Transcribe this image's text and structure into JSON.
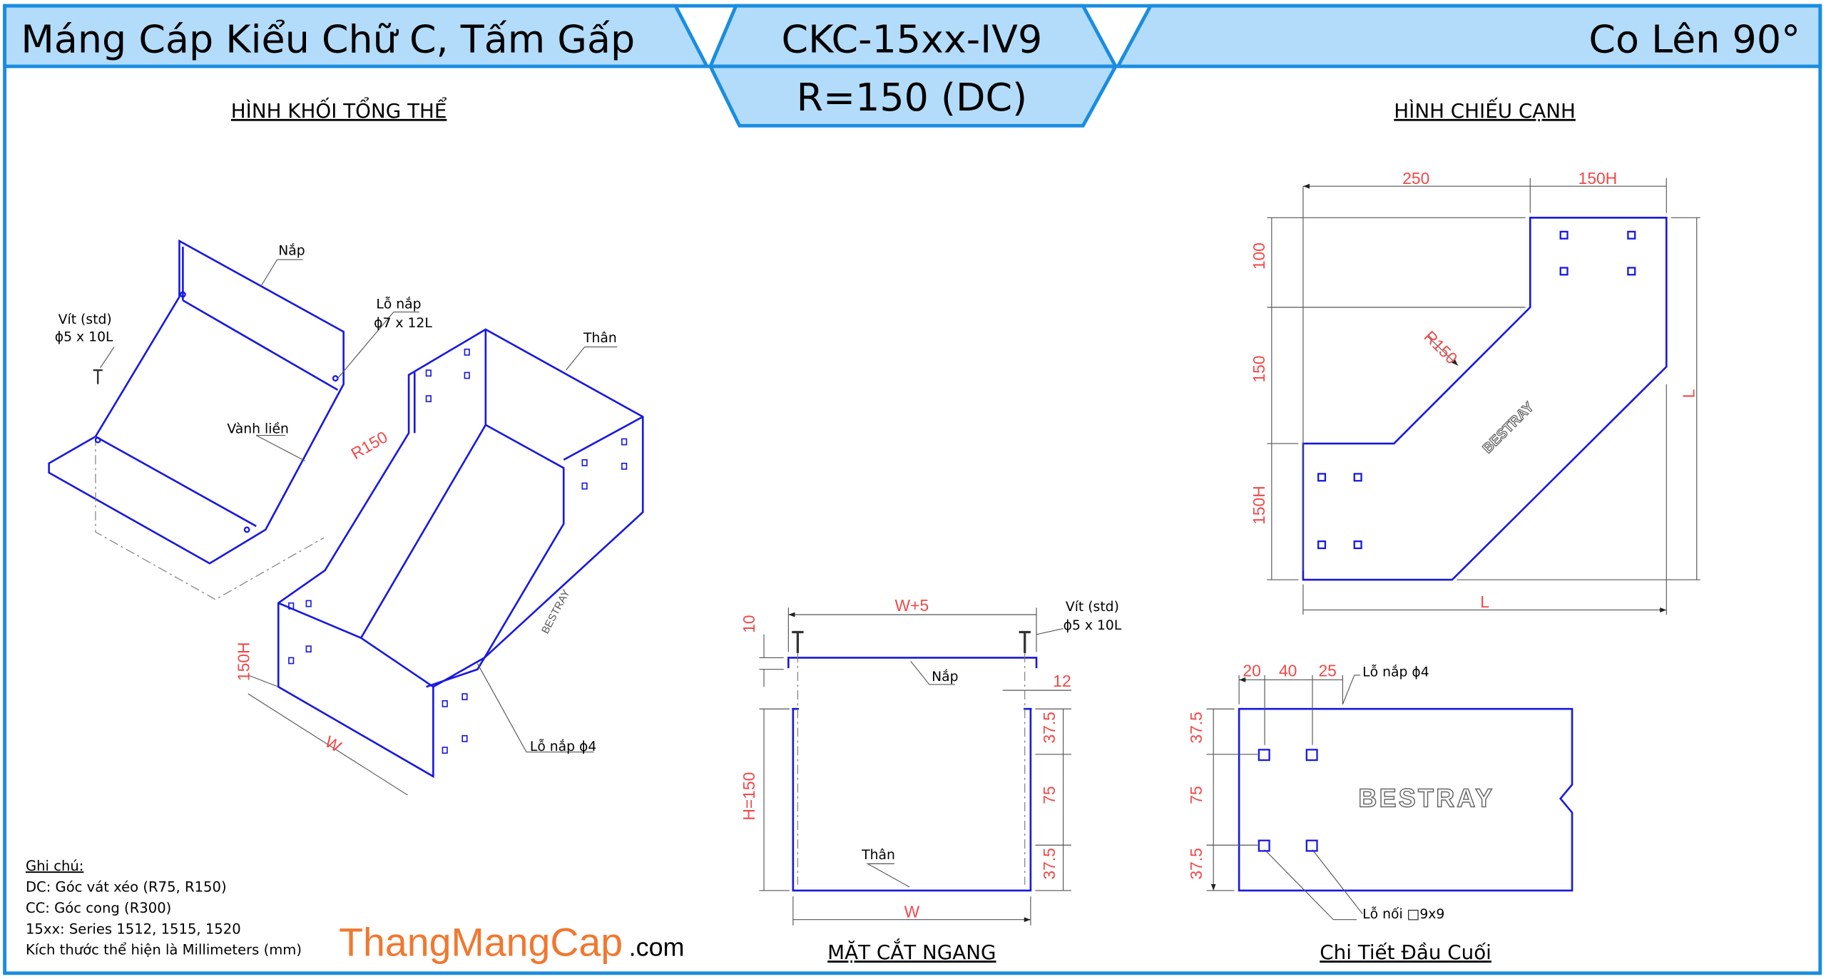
{
  "header": {
    "title_left": "Máng Cáp Kiểu Chữ C, Tấm Gấp",
    "code": "CKC-15xx-IV9",
    "subtitle": "R=150 (DC)",
    "title_right": "Co Lên 90°"
  },
  "sections": {
    "iso": "HÌNH KHỐI TỔNG THỂ",
    "side": "HÌNH CHIẾU CẠNH",
    "cross": "MẶT CẮT NGANG",
    "end": "Chi Tiết Đầu Cuối"
  },
  "iso": {
    "cover": "Nắp",
    "screw": "Vít (std)",
    "screw_size": "ϕ5 x 10L",
    "cover_hole": "Lỗ nắp",
    "cover_hole_size": "ϕ7 x 12L",
    "body": "Thân",
    "rim": "Vành liền",
    "radius": "R150",
    "height": "150H",
    "width": "W",
    "hole4": "Lỗ nắp ϕ4",
    "brand": "BESTRAY"
  },
  "side": {
    "d250": "250",
    "d150h_top": "150H",
    "d100": "100",
    "d150": "150",
    "d150h_left": "150H",
    "radius": "R150",
    "l_right": "L",
    "l_bottom": "L",
    "brand": "BESTRAY"
  },
  "cross": {
    "w5": "W+5",
    "d10": "10",
    "screw": "Vít (std)",
    "screw_size": "ϕ5 x 10L",
    "cover": "Nắp",
    "d12": "12",
    "d37a": "37.5",
    "d75": "75",
    "d37b": "37.5",
    "height": "H=150",
    "body": "Thân",
    "width": "W"
  },
  "end": {
    "d20": "20",
    "d40": "40",
    "d25": "25",
    "cover_hole": "Lỗ nắp ϕ4",
    "d37a": "37.5",
    "d75": "75",
    "d37b": "37.5",
    "brand": "BESTRAY",
    "joint_hole": "Lỗ nối □9x9"
  },
  "notes": {
    "title": "Ghi chú:",
    "lines": [
      "DC: Góc vát xéo (R75, R150)",
      "CC: Góc cong (R300)",
      "15xx: Series 1512, 1515, 1520",
      "Kích thước thể hiện là Millimeters (mm)"
    ]
  },
  "logo": {
    "main": "ThangMangCap",
    "suffix": ".com"
  },
  "colors": {
    "frame": "#1a8de0",
    "band": "#b3dcfa",
    "line": "#1818e0",
    "dim": "#f04848",
    "logo": "#f07830"
  }
}
